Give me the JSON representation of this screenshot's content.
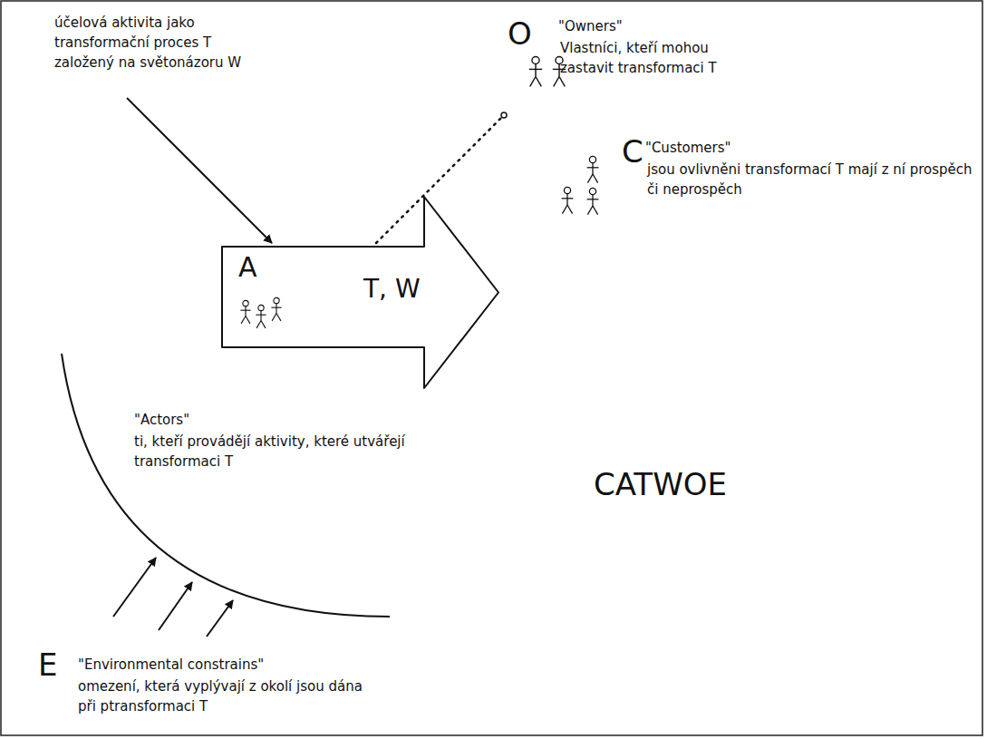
{
  "diagram": {
    "nodes": [
      {
        "text": [
          "A",
          "T, W"
        ]
      }
    ],
    "labels": [
      "účelová aktivita jako transformační proces T založený na světonázoru W",
      "O",
      "\"Owners\"",
      "Vlastníci, kteří mohou zastavit transformaci T",
      "C",
      "\"Customers\"",
      "jsou ovlivněni transformací T mají z ní prospěch či neprospěch",
      "\"Actors\"",
      "ti, kteří provádějí aktivity, které utvářejí transformaci T",
      "CATWOE",
      "E",
      "\"Environmental constrains\"",
      "omezení, která vyplývají z okolí jsou dána při ptransformaci T"
    ]
  }
}
